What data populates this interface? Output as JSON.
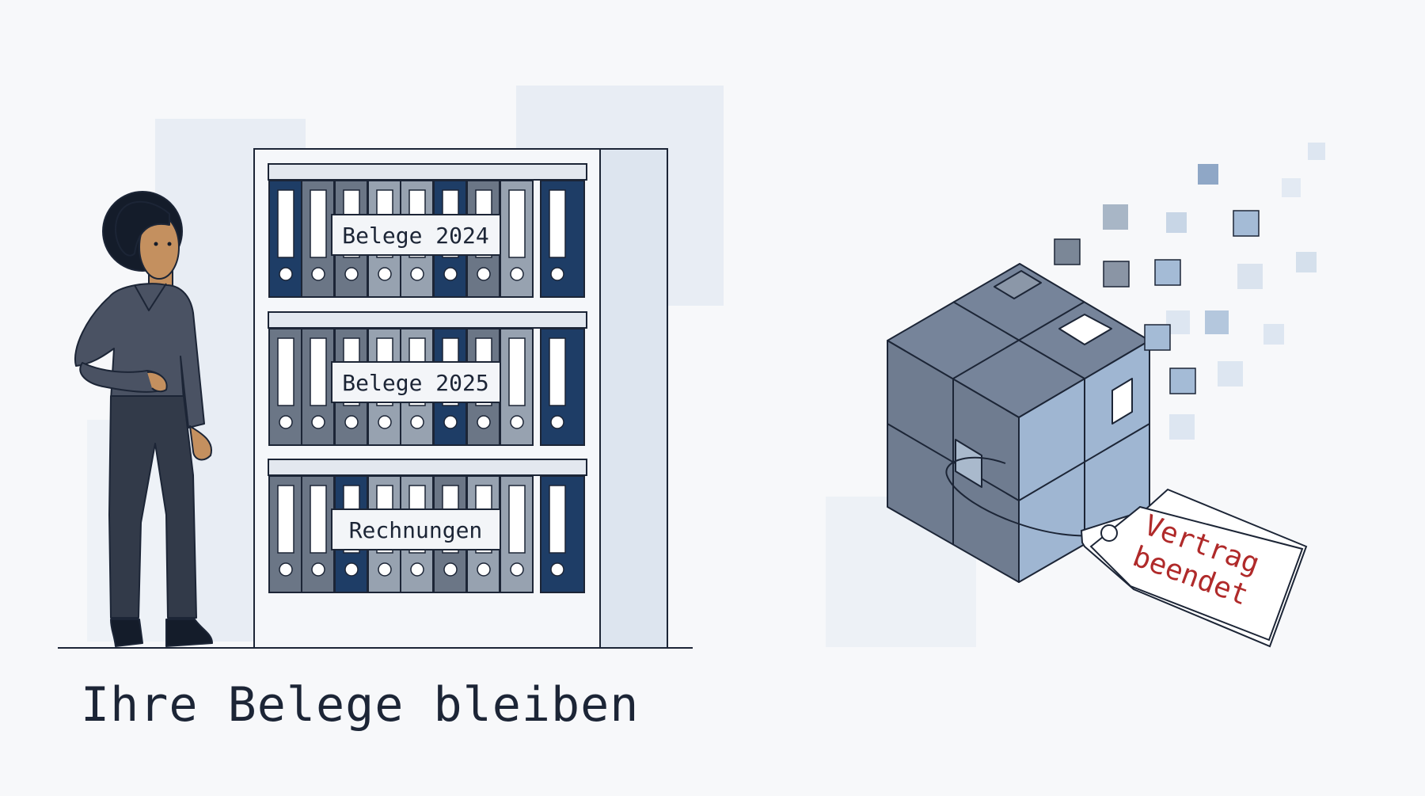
{
  "illustration": {
    "shelf_labels": [
      "Belege 2024",
      "Belege 2025",
      "Rechnungen"
    ],
    "tag_lines": [
      "Vertrag",
      "beendet"
    ],
    "caption": "Ihre Belege bleiben"
  },
  "colors": {
    "navy": "#1e3d66",
    "slate": "#6b7686",
    "light_slate": "#97a2b0",
    "cube_blue": "#a4bbd6",
    "ink": "#1c2536",
    "tag_text": "#b02a2a",
    "backdrop": "#e8edf4"
  },
  "icons": [
    "person-figure",
    "binder-icon",
    "cube-icon",
    "price-tag-icon",
    "pixel-particle"
  ]
}
